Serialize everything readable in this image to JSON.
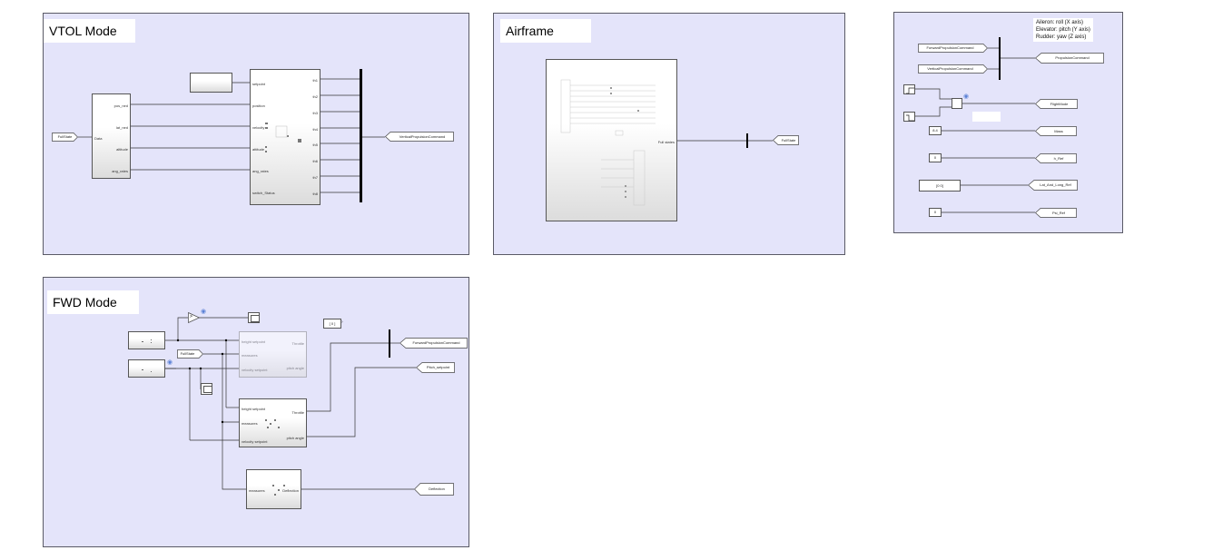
{
  "areas": {
    "vtol": {
      "title": "VTOL Mode"
    },
    "airframe": {
      "title": "Airframe"
    },
    "fwd": {
      "title": "FWD Mode"
    }
  },
  "vtol": {
    "from_fullstate": "FullState",
    "demux_block": {
      "in": "Data",
      "outs": [
        "pos_ned",
        "lat_ned",
        "altitude",
        "ang_rates"
      ]
    },
    "controller_block": {
      "ins": [
        "setpoint",
        "position",
        "velocity",
        "attitude",
        "ang_rates",
        "switch_Status"
      ],
      "outs": [
        "th1",
        "th2",
        "th3",
        "th4",
        "th5",
        "th6",
        "th7",
        "th8"
      ]
    },
    "goto_vertical": "VerticalPropulsionCommand"
  },
  "airframe": {
    "out_port": "Full states",
    "goto_fullstate": "FullState"
  },
  "config": {
    "note_lines": [
      "Aileron: roll  (X axis)",
      "Elevator: pitch  (Y axis)",
      "Rudder: yaw (Z axis)"
    ],
    "from_forward": "ForwardPropulsionCommand",
    "from_vertical": "VerticalPropulsionCommand",
    "goto_propulsion": "PropulsionCommand",
    "goto_flightmode": "FlightMode",
    "mass_value": "8.4",
    "goto_mass": "Mass",
    "h_ref_value": "0",
    "goto_h_ref": "h_Ref",
    "latlong_value": "[0 0]",
    "goto_latlong": "Lat_And_Long_Ref",
    "psi_ref_value": "0",
    "goto_psi_ref": "Psi_Ref"
  },
  "fwd": {
    "from_fullstate": "FullState",
    "gain_symbol": ">",
    "const_bracket": "[ 0 ]",
    "faded_block": {
      "ins": [
        "height setpoint",
        "measures",
        "velocity setpoint"
      ],
      "outs": [
        "Throttle",
        "pitch angle"
      ]
    },
    "active_block": {
      "ins": [
        "height setpoint",
        "measures",
        "velocity setpoint"
      ],
      "outs": [
        "Throttle",
        "pitch angle"
      ]
    },
    "deflection_block": {
      "in": "measures",
      "out": "Deflection"
    },
    "goto_forward": "ForwardPropulsionCommand",
    "goto_pitch": "Pitch_setpoint",
    "goto_deflection": "Deflection"
  },
  "colors": {
    "area_fill": "#e4e4fa",
    "signal_icon": "#5c82d6"
  }
}
